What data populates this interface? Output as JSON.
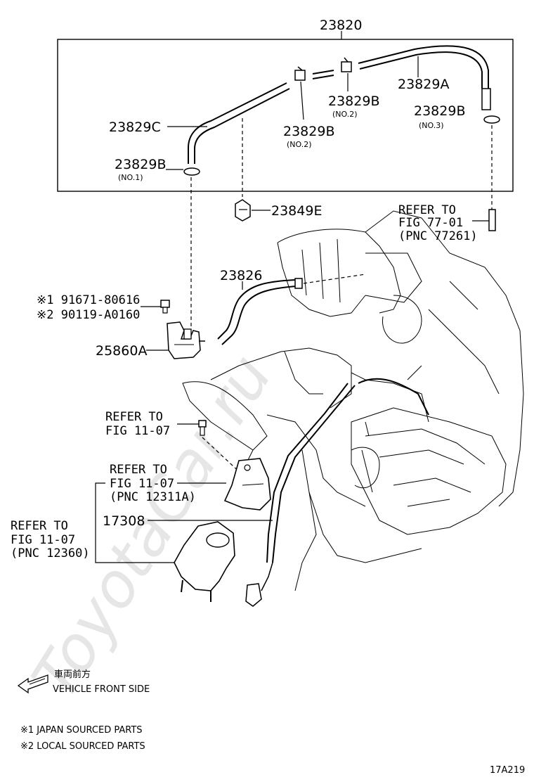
{
  "watermark": "ToyotaCar.ru",
  "labels": {
    "assy": "23820",
    "hose_a": "23829A",
    "hose_c": "23829C",
    "clamp_b_no2_top": "23829B",
    "clamp_b_no2_top_sub": "(NO.2)",
    "clamp_b_no2_mid": "23829B",
    "clamp_b_no2_mid_sub": "(NO.2)",
    "clamp_b_no3": "23829B",
    "clamp_b_no3_sub": "(NO.3)",
    "clamp_b_no1": "23829B",
    "clamp_b_no1_sub": "(NO.1)",
    "clamp_e": "23849E",
    "refer_77_line1": "REFER TO",
    "refer_77_line2": "FIG 77-01",
    "refer_77_line3": "(PNC 77261)",
    "hose_26": "23826",
    "bolt_1": "※1 91671-80616",
    "bolt_2": "※2 90119-A0160",
    "vsv": "25860A",
    "refer_11a_line1": "REFER TO",
    "refer_11a_line2": "FIG 11-07",
    "refer_11b_line1": "REFER TO",
    "refer_11b_line2": "FIG 11-07",
    "refer_11b_line3": "(PNC 12311A)",
    "hose_17308": "17308",
    "refer_11c_line1": "REFER TO",
    "refer_11c_line2": "FIG 11-07",
    "refer_11c_line3": "(PNC 12360)"
  },
  "legend": {
    "front_jp": "車両前方",
    "front_en": "VEHICLE FRONT SIDE",
    "note_1": "※1 JAPAN SOURCED PARTS",
    "note_2": "※2 LOCAL SOURCED PARTS"
  },
  "figure_id": "17A219",
  "icons": [
    "vehicle-front-arrow-icon"
  ]
}
